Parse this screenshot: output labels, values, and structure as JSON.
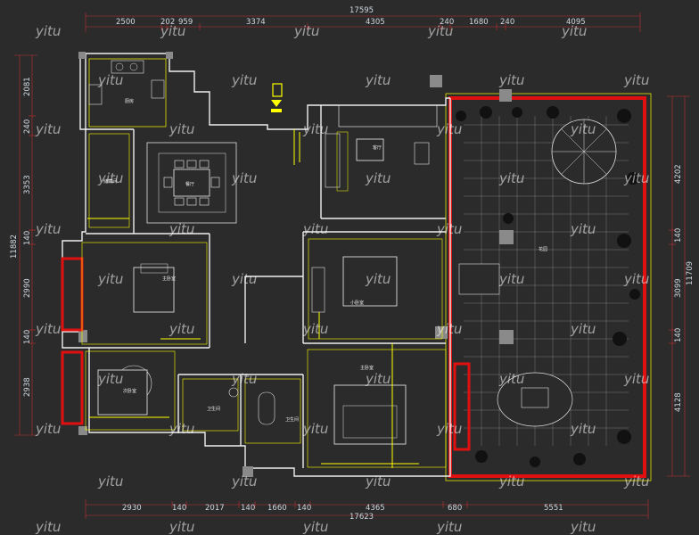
{
  "plan": {
    "total_width_top": "17595",
    "total_width_bottom": "17623",
    "total_height_left": "11882",
    "total_height_right": "11709",
    "top_dims": [
      "2500",
      "202",
      "959",
      "3374",
      "4305",
      "240",
      "1680",
      "240",
      "4095"
    ],
    "bottom_dims": [
      "2930",
      "140",
      "2017",
      "140",
      "1660",
      "140",
      "4365",
      "680",
      "5551"
    ],
    "left_dims": [
      "2081",
      "240",
      "3353",
      "140",
      "2990",
      "140",
      "2938"
    ],
    "right_dims": [
      "4202",
      "140",
      "3099",
      "140",
      "4128"
    ]
  },
  "rooms": {
    "kitchen": "厨房",
    "dining": "餐厅",
    "living": "客厅",
    "storage": "储藏间",
    "bedroom_main": "主卧室",
    "bedroom_small": "小卧室",
    "bedroom_second": "次卧室",
    "bath_1": "卫生间",
    "bath_2": "卫生间",
    "master_suite": "主卧室",
    "terrace": "花园"
  },
  "watermark": "yitu",
  "colors": {
    "background": "#2b2b2b",
    "wall": "#ffffff",
    "yellow": "#ffff00",
    "red": "#e01010",
    "dimension": "#cfd8e0"
  }
}
